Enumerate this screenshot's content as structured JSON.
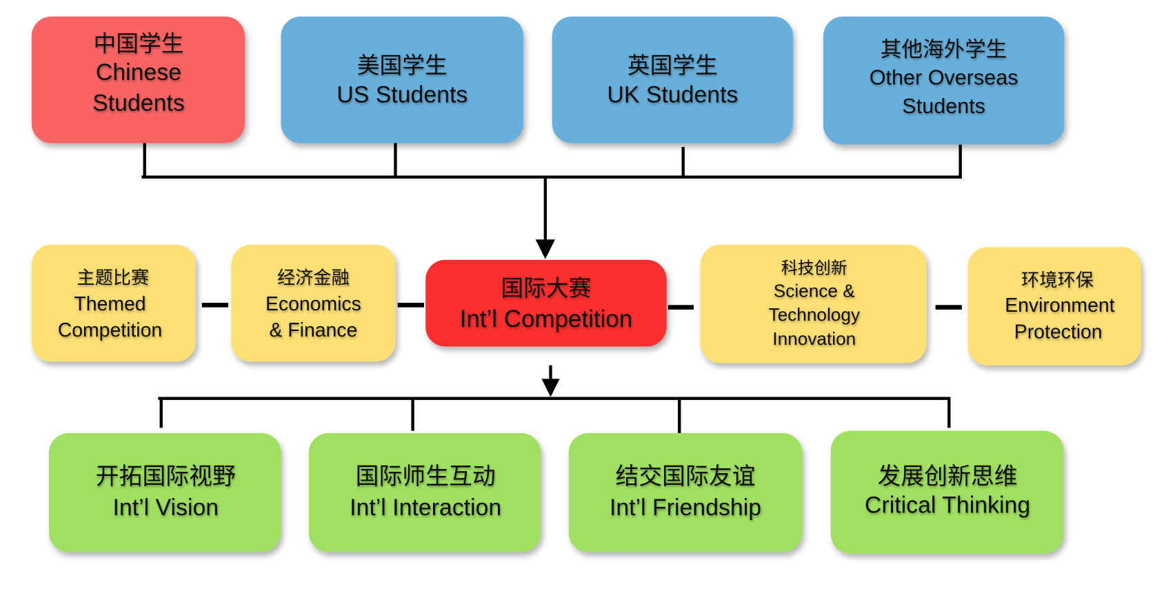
{
  "colors": {
    "chinese": "#f96464",
    "overseas": "#67b0db",
    "center": "#fc2e2e",
    "category": "#fde073",
    "outcome": "#a0e061",
    "connector": "#000000"
  },
  "top": [
    {
      "zh": "中国学生",
      "en1": "Chinese",
      "en2": "Students"
    },
    {
      "zh": "美国学生",
      "en1": "US Students",
      "en2": ""
    },
    {
      "zh": "英国学生",
      "en1": "UK Students",
      "en2": ""
    },
    {
      "zh": "其他海外学生",
      "en1": "Other Overseas",
      "en2": "Students"
    }
  ],
  "center": {
    "zh": "国际大赛",
    "en": "Int’l Competition"
  },
  "categories": [
    {
      "zh": "主题比赛",
      "en1": "Themed",
      "en2": "Competition",
      "en3": ""
    },
    {
      "zh": "经济金融",
      "en1": "Economics",
      "en2": "& Finance",
      "en3": ""
    },
    {
      "zh": "科技创新",
      "en1": "Science &",
      "en2": "Technology",
      "en3": "Innovation"
    },
    {
      "zh": "环境环保",
      "en1": "Environment",
      "en2": "Protection",
      "en3": ""
    }
  ],
  "outcomes": [
    {
      "zh": "开拓国际视野",
      "en": "Int’l Vision"
    },
    {
      "zh": "国际师生互动",
      "en": "Int’l Interaction"
    },
    {
      "zh": "结交国际友谊",
      "en": "Int’l Friendship"
    },
    {
      "zh": "发展创新思维",
      "en": "Critical Thinking"
    }
  ]
}
